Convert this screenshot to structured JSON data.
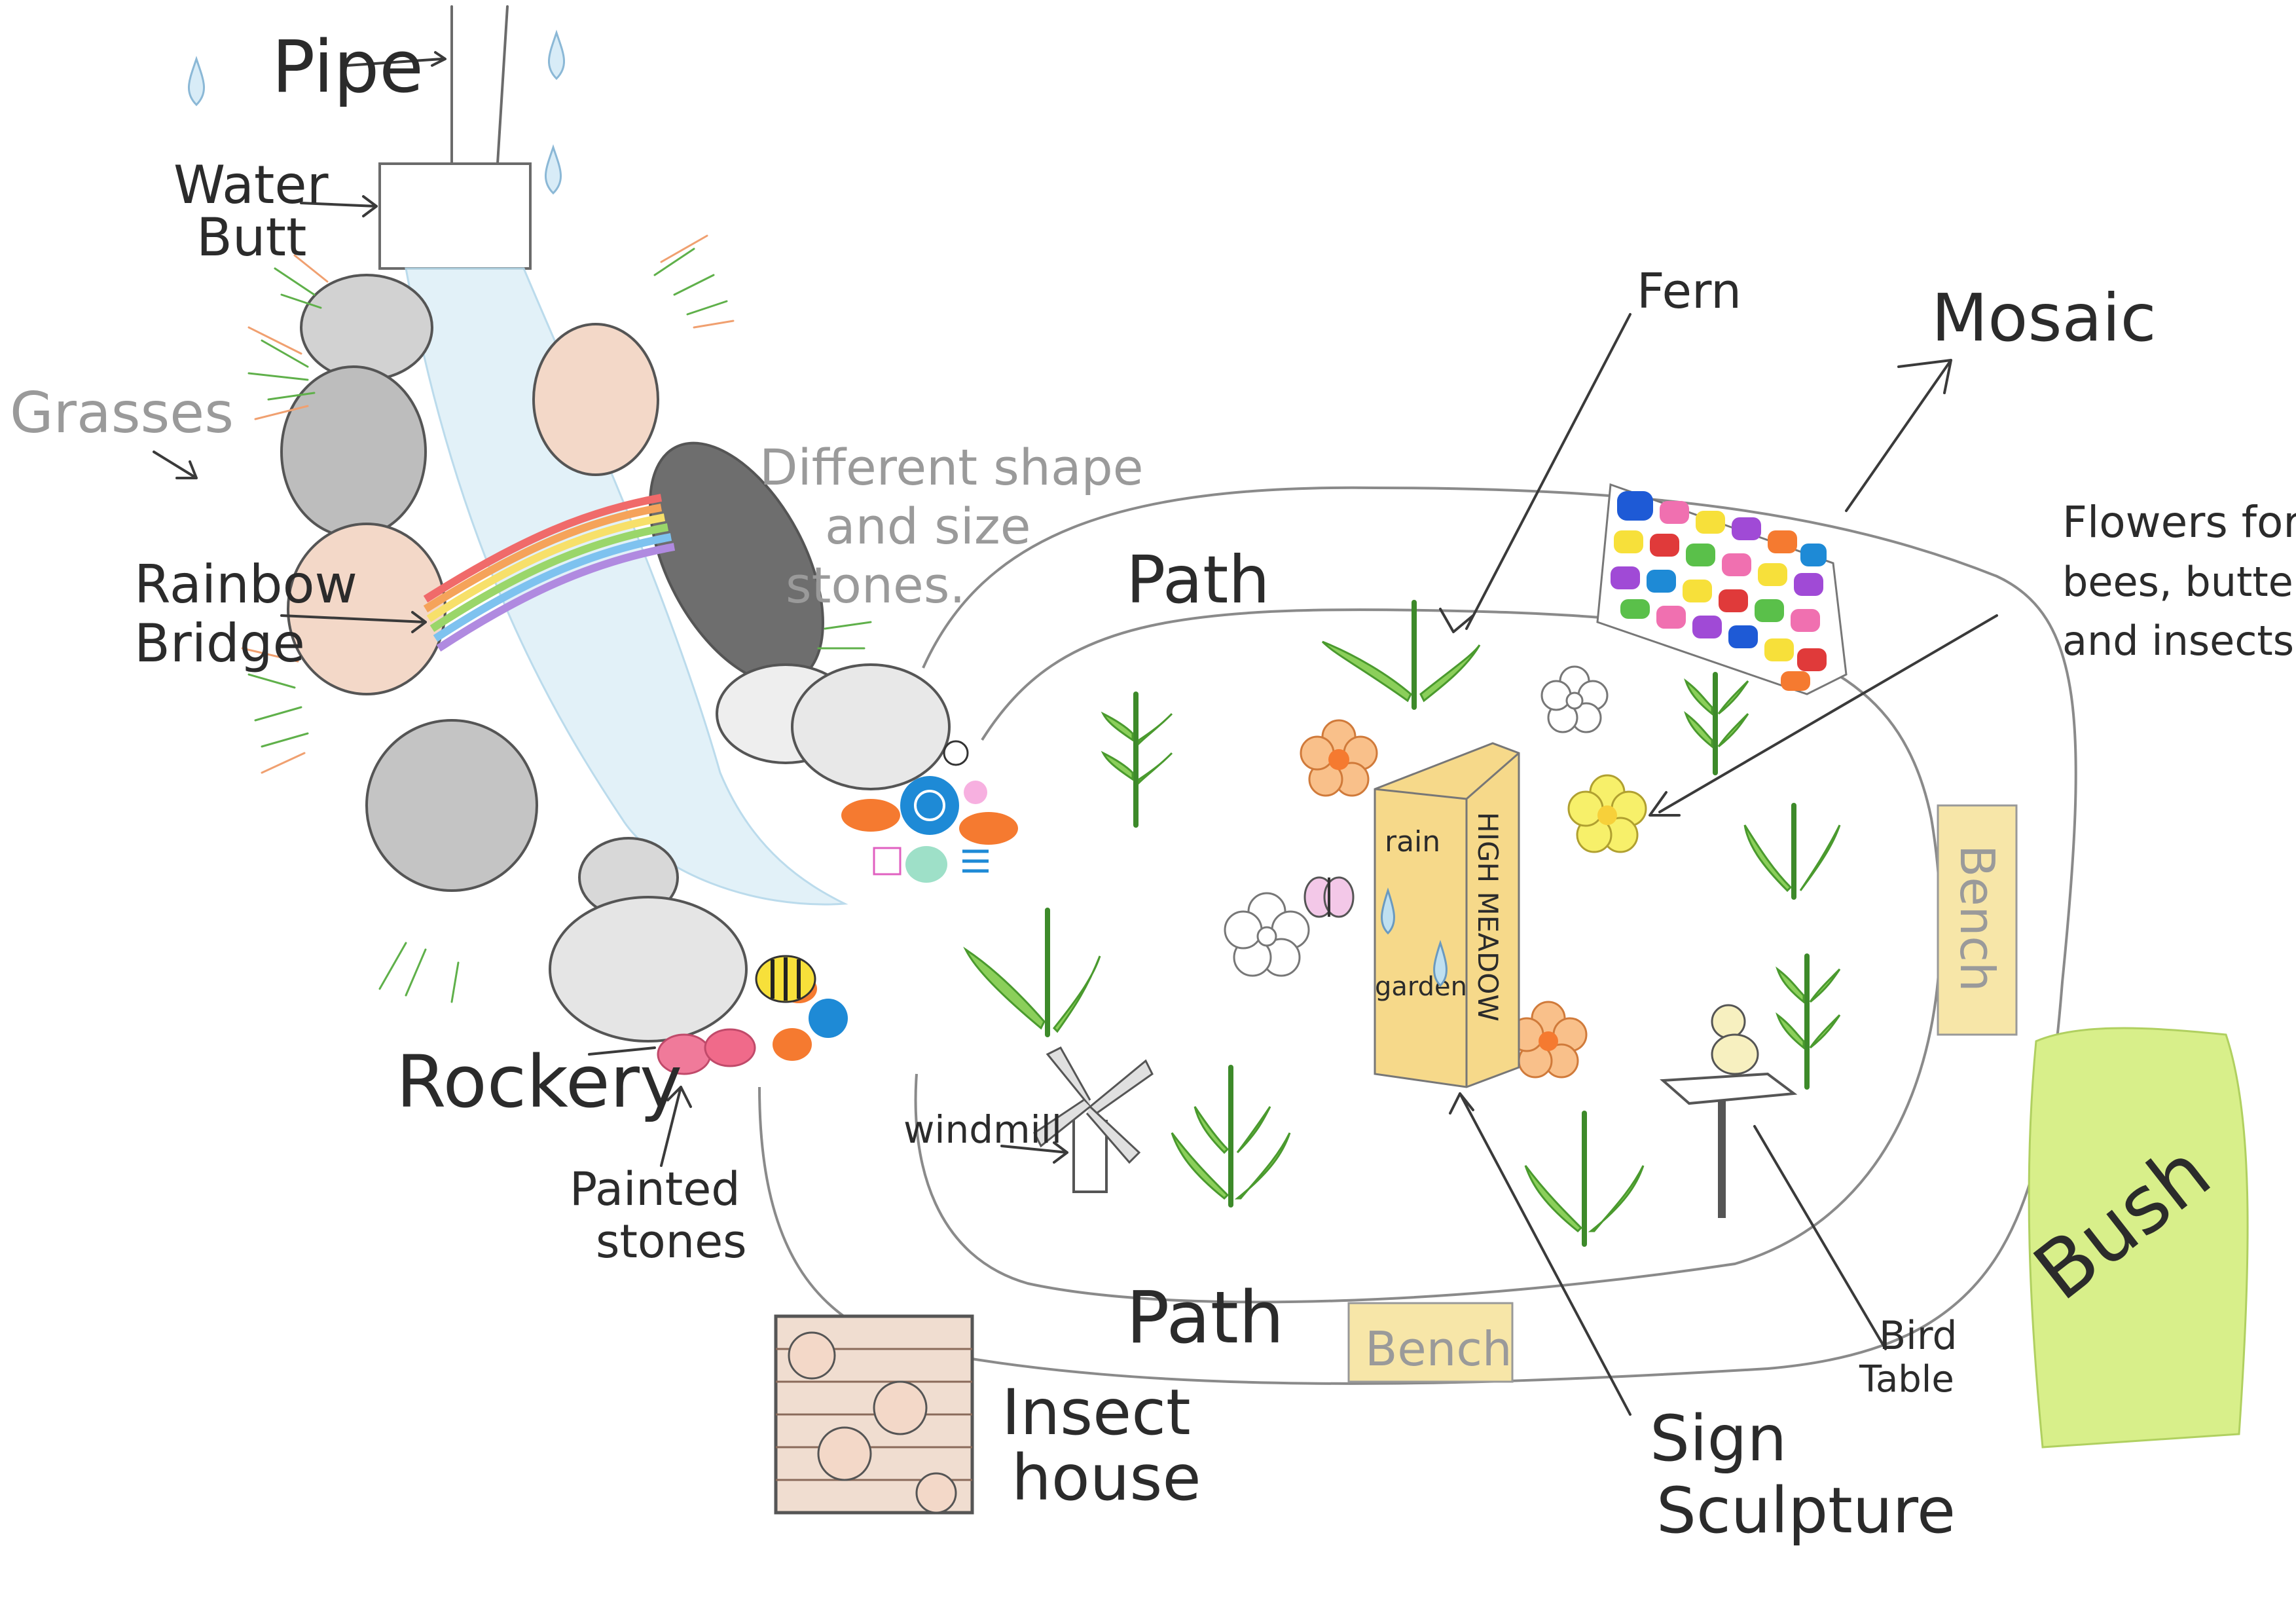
{
  "labels": {
    "pipe": "Pipe",
    "water_butt_1": "Water",
    "water_butt_2": "Butt",
    "grasses": "Grasses",
    "rainbow_1": "Rainbow",
    "rainbow_2": "Bridge",
    "stones_1": "Different shape",
    "stones_2": "and size",
    "stones_3": "stones.",
    "path_top": "Path",
    "path_bottom": "Path",
    "fern": "Fern",
    "mosaic": "Mosaic",
    "flowers_1": "Flowers for",
    "flowers_2": "bees, butterflies",
    "flowers_3": "and insects",
    "rockery": "Rockery",
    "painted_1": "Painted",
    "painted_2": "stones",
    "windmill": "windmill",
    "insect_1": "Insect",
    "insect_2": "house",
    "bench_bottom": "Bench",
    "bench_right": "Bench",
    "bird_1": "Bird",
    "bird_2": "Table",
    "sign_1": "Sign",
    "sign_2": "Sculpture",
    "bush": "Bush"
  },
  "sign": {
    "front_1": "rain",
    "front_2": "garden",
    "side": "HIGH MEADOW"
  },
  "colors": {
    "ink": "#2b2b2b",
    "water": "#bfe0f0",
    "rock_grey": "#c9c9c9",
    "rock_dark": "#6e6e6e",
    "rock_peach": "#f3d8c8",
    "leaf_green": "#8bcf5a",
    "bush_green": "#d8ef8a",
    "bench_yellow": "#f7e6a8",
    "sign_yellow": "#f6d98a"
  }
}
